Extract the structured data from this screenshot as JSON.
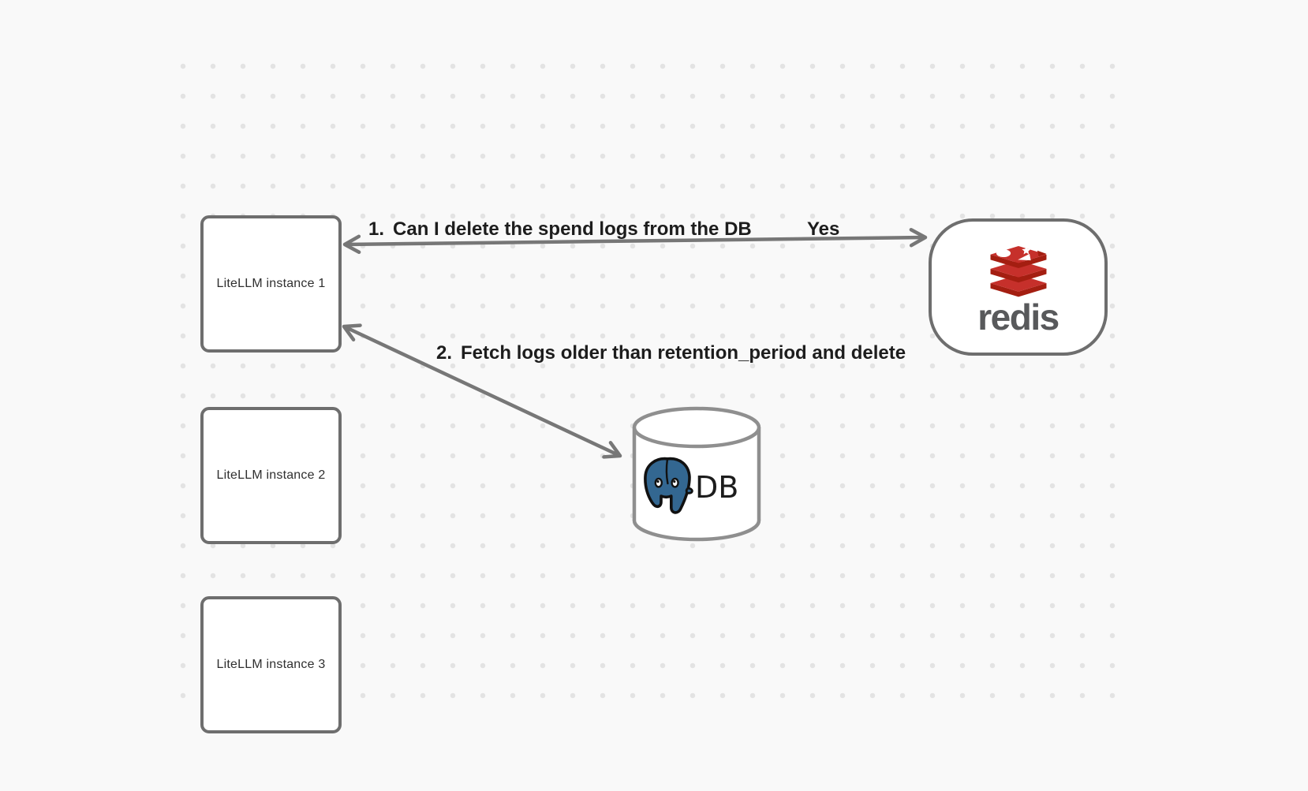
{
  "canvas": {
    "background_color": "#f9f9f9",
    "grid_dot_color": "#e3e3e3"
  },
  "nodes": {
    "instance1": {
      "label": "LiteLLM instance 1"
    },
    "instance2": {
      "label": "LiteLLM instance 2"
    },
    "instance3": {
      "label": "LiteLLM instance 3"
    },
    "redis": {
      "wordmark": "redis",
      "icon": "redis-stacked-layers-logo"
    },
    "db": {
      "label": "DB",
      "icon": "postgresql-elephant-logo",
      "shape": "cylinder"
    }
  },
  "edges": {
    "edge1": {
      "number": "1.",
      "label": "Can I delete the spend logs from the DB",
      "response": "Yes",
      "between": [
        "LiteLLM instance 1",
        "redis"
      ],
      "style": "double-headed-arrow"
    },
    "edge2": {
      "number": "2.",
      "label": "Fetch logs older than retention_period and delete",
      "between": [
        "LiteLLM instance 1",
        "DB"
      ],
      "style": "double-headed-arrow"
    }
  },
  "colors": {
    "shape_stroke": "#6e6e6e",
    "cylinder_stroke": "#8f8f8f",
    "arrow": "#777777",
    "label_text": "#1d1d1d",
    "node_text": "#2f2f2f",
    "redis_red": "#c6302b",
    "redis_dark_red": "#a41e11",
    "redis_wordmark_gray": "#58595b",
    "postgres_blue": "#336791",
    "db_text": "#1c1c1c"
  }
}
